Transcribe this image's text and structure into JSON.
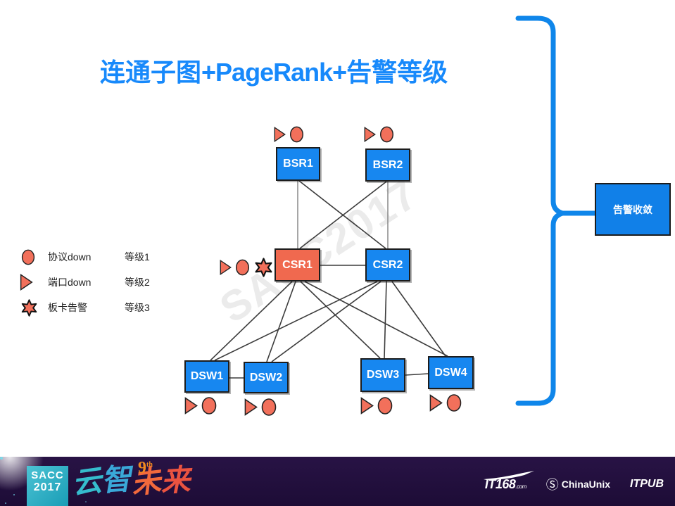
{
  "slide": {
    "title": {
      "prefix": "连通子图",
      "middle": "+PageRank+",
      "suffix": "告警等级"
    },
    "watermark": "SACC2017"
  },
  "legend": {
    "items": [
      {
        "icon": "circle",
        "label": "协议down",
        "level": "等级1"
      },
      {
        "icon": "triangle",
        "label": "端口down",
        "level": "等级2"
      },
      {
        "icon": "star",
        "label": "板卡告警",
        "level": "等级3"
      }
    ]
  },
  "diagram": {
    "nodes": [
      {
        "id": "BSR1",
        "label": "BSR1",
        "color": "blue"
      },
      {
        "id": "BSR2",
        "label": "BSR2",
        "color": "blue"
      },
      {
        "id": "CSR1",
        "label": "CSR1",
        "color": "red"
      },
      {
        "id": "CSR2",
        "label": "CSR2",
        "color": "blue"
      },
      {
        "id": "DSW1",
        "label": "DSW1",
        "color": "blue"
      },
      {
        "id": "DSW2",
        "label": "DSW2",
        "color": "blue"
      },
      {
        "id": "DSW3",
        "label": "DSW3",
        "color": "blue"
      },
      {
        "id": "DSW4",
        "label": "DSW4",
        "color": "blue"
      }
    ],
    "edges": [
      [
        "BSR1",
        "CSR1"
      ],
      [
        "BSR1",
        "CSR2"
      ],
      [
        "BSR2",
        "CSR1"
      ],
      [
        "BSR2",
        "CSR2"
      ],
      [
        "CSR1",
        "CSR2"
      ],
      [
        "CSR1",
        "DSW1"
      ],
      [
        "CSR1",
        "DSW2"
      ],
      [
        "CSR1",
        "DSW3"
      ],
      [
        "CSR1",
        "DSW4"
      ],
      [
        "CSR2",
        "DSW1"
      ],
      [
        "CSR2",
        "DSW2"
      ],
      [
        "CSR2",
        "DSW3"
      ],
      [
        "CSR2",
        "DSW4"
      ],
      [
        "DSW1",
        "DSW2"
      ],
      [
        "DSW3",
        "DSW4"
      ]
    ],
    "node_alarms": {
      "BSR1": [
        "triangle",
        "circle"
      ],
      "BSR2": [
        "triangle",
        "circle"
      ],
      "CSR1": [
        "triangle",
        "circle",
        "star"
      ],
      "DSW1": [
        "triangle",
        "circle"
      ],
      "DSW2": [
        "triangle",
        "circle"
      ],
      "DSW3": [
        "triangle",
        "circle"
      ],
      "DSW4": [
        "triangle",
        "circle"
      ]
    }
  },
  "callout": {
    "label": "告警收敛"
  },
  "footer": {
    "badge": {
      "line1": "SACC",
      "line2": "2017"
    },
    "slogan_chars": [
      "云",
      "智",
      "未",
      "来"
    ],
    "edition_number": "9",
    "edition_suffix": "th",
    "logos": [
      {
        "name": "IT168",
        "text": "IT168",
        "suffix": ".com"
      },
      {
        "name": "ChinaUnix",
        "text": "ChinaUnix"
      },
      {
        "name": "ITPUB",
        "text": "ITPUB"
      }
    ]
  },
  "colors": {
    "title_blue": "#1789FB",
    "node_blue": "#1787F0",
    "node_red": "#F0694F",
    "alarm_icon_fill": "#F2705B",
    "edge_gray": "#3c3c3c",
    "brace_blue": "#0F86EA",
    "footer_bg": "#23103F",
    "badge_teal": "#2BAEC4",
    "watermark_gray": "#ebebeb"
  }
}
